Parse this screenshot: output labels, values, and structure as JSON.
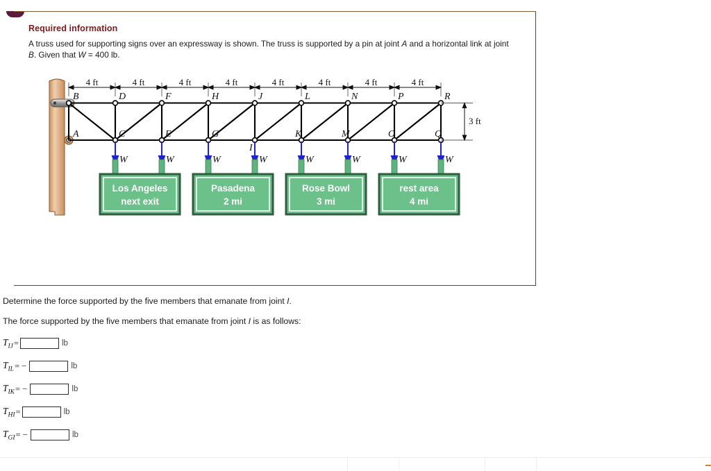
{
  "panel": {
    "required_info_title": "Required information",
    "problem_text_1": "A truss used for supporting signs over an expressway is shown. The truss is supported by a pin at joint ",
    "joint_pin": "A",
    "problem_text_2": " and a horizontal link at joint ",
    "joint_link": "B",
    "problem_text_3": ". Given that ",
    "load_symbol": "W",
    "problem_text_4": " = 400 lb."
  },
  "figure": {
    "span_label": "4 ft",
    "height_label": "3 ft",
    "load_label": "W",
    "num_panels": 8,
    "top_joints": [
      "B",
      "D",
      "F",
      "H",
      "J",
      "L",
      "N",
      "P",
      "R"
    ],
    "bottom_joints": [
      "A",
      "C",
      "E",
      "G",
      "I",
      "K",
      "M",
      "O",
      "Q"
    ],
    "loaded_joints": [
      "C",
      "E",
      "G",
      "I",
      "K",
      "M",
      "O",
      "Q"
    ],
    "signs": [
      {
        "line1": "Los Angeles",
        "line2": "next exit"
      },
      {
        "line1": "Pasadena",
        "line2": "2 mi"
      },
      {
        "line1": "Rose Bowl",
        "line2": "3 mi"
      },
      {
        "line1": "rest area",
        "line2": "4 mi"
      }
    ],
    "colors": {
      "sign_green": "#6cc08a",
      "sign_border": "#2f5d3f",
      "load_arrow": "#2222cc",
      "post": "#d9a97a",
      "member": "#000000"
    }
  },
  "question": {
    "prompt_1": "Determine the force supported by the five members that emanate from joint ",
    "prompt_joint": "I",
    "prompt_2": ".",
    "lead_1": "The force supported by the five members that emanate from joint ",
    "lead_joint": "I",
    "lead_2": " is as follows:",
    "unit": "lb",
    "answers": [
      {
        "symbol": "T",
        "sub": "IJ",
        "equals": "=",
        "negative": "",
        "value": ""
      },
      {
        "symbol": "T",
        "sub": "IL",
        "equals": "=",
        "negative": "−",
        "value": ""
      },
      {
        "symbol": "T",
        "sub": "IK",
        "equals": "=",
        "negative": "−",
        "value": ""
      },
      {
        "symbol": "T",
        "sub": "HI",
        "equals": "=",
        "negative": "",
        "value": ""
      },
      {
        "symbol": "T",
        "sub": "GI",
        "equals": "=",
        "negative": "−",
        "value": ""
      }
    ]
  }
}
